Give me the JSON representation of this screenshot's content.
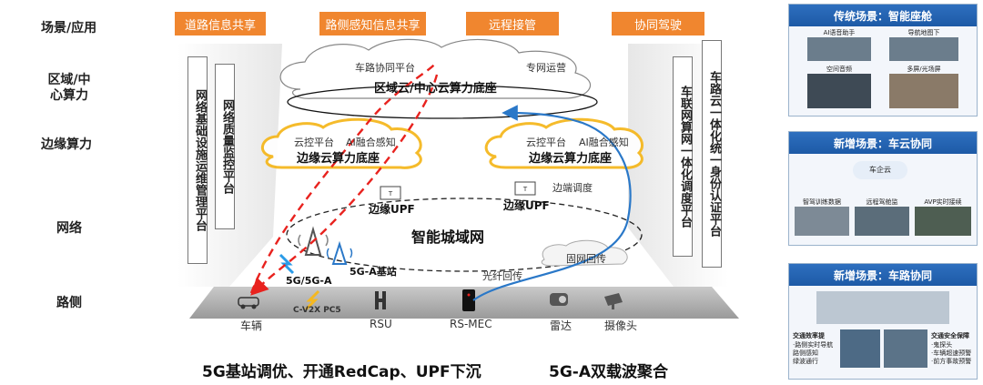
{
  "layers": {
    "scene": "场景/应用",
    "region": "区域/中心算力",
    "edge": "边缘算力",
    "network": "网络",
    "roadside": "路侧"
  },
  "scenario_buttons": [
    "道路信息共享",
    "路侧感知信息共享",
    "远程接管",
    "协同驾驶"
  ],
  "vertical_boxes": {
    "infra_ops": "网络基础设施运维管理平台",
    "quality_monitor": "网络质量监控平台",
    "iov_scheduling": "车联网算网一体化调度平台",
    "identity_auth": "车路云一体化统一身份认证平台"
  },
  "central_cloud": {
    "title": "区域云/中心云算力底座",
    "tag_left": "车路协同平台",
    "tag_right": "专网运营"
  },
  "edge_cloud_left": {
    "title": "边缘云算力底座",
    "tag1": "云控平台",
    "tag2": "AI融合感知"
  },
  "edge_cloud_right": {
    "title": "边缘云算力底座",
    "tag1": "云控平台",
    "tag2": "AI融合感知"
  },
  "network": {
    "upf_left": "边缘UPF",
    "upf_right": "边缘UPF",
    "edge_dispatch": "边端调度",
    "metro": "智能城域网",
    "ring_backhaul": "固网回传",
    "fiber_backhaul": "光纤回传",
    "g5_label": "5G/5G-A",
    "g5a_station": "5G-A基站"
  },
  "roadside_items": {
    "vehicle": "车辆",
    "cv2x": "C-V2X PC5",
    "rsu": "RSU",
    "rsmec": "RS-MEC",
    "radar": "雷达",
    "camera": "摄像头"
  },
  "bottom_captions": {
    "left": "5G基站调优、开通RedCap、UPF下沉",
    "right": "5G-A双载波聚合"
  },
  "panels": {
    "traditional": {
      "title": "传统场景：智能座舱",
      "items": [
        "AI语音助手",
        "导航地图下",
        "空间音频",
        "多屏/光场屏"
      ]
    },
    "vehicle_cloud": {
      "title": "新增场景：车云协同",
      "center": "车企云",
      "items": [
        "智驾训练数据",
        "远程驾舱监",
        "AVP实时接续"
      ]
    },
    "vehicle_road": {
      "title": "新增场景：车路协同",
      "left_title": "交通效率提",
      "left_items": [
        "·路侧实时导航",
        "路侧感知",
        "绿波通行"
      ],
      "right_title": "交通安全保障",
      "right_items": [
        "·鬼探头",
        "·车辆超速预警",
        "·前方事故预警"
      ]
    }
  },
  "colors": {
    "accent": "#f0862f",
    "panel_header": "#1d5aa6",
    "red_path": "#e8221e",
    "blue_path": "#2a78c8",
    "edge_glow": "#f5b820"
  }
}
